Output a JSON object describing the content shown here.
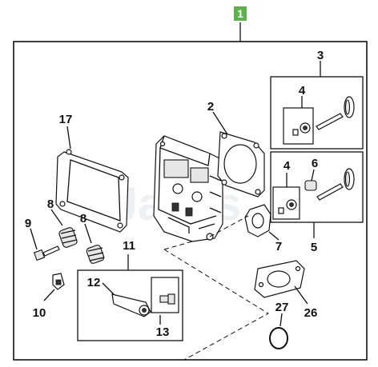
{
  "header": {
    "assembly_number": "1"
  },
  "watermark": {
    "text": "Jacks"
  },
  "callouts": [
    {
      "id": "callout-2",
      "text": "2"
    },
    {
      "id": "callout-3",
      "text": "3"
    },
    {
      "id": "callout-4-upper",
      "text": "4"
    },
    {
      "id": "callout-4-lower",
      "text": "4"
    },
    {
      "id": "callout-5",
      "text": "5"
    },
    {
      "id": "callout-6",
      "text": "6"
    },
    {
      "id": "callout-7",
      "text": "7"
    },
    {
      "id": "callout-8-left",
      "text": "8"
    },
    {
      "id": "callout-8-right",
      "text": "8"
    },
    {
      "id": "callout-9",
      "text": "9"
    },
    {
      "id": "callout-10",
      "text": "10"
    },
    {
      "id": "callout-11",
      "text": "11"
    },
    {
      "id": "callout-12",
      "text": "12"
    },
    {
      "id": "callout-13",
      "text": "13"
    },
    {
      "id": "callout-17",
      "text": "17"
    },
    {
      "id": "callout-26",
      "text": "26"
    },
    {
      "id": "callout-27",
      "text": "27"
    }
  ],
  "colors": {
    "badge": "#5fb14b",
    "line": "#111111",
    "watermark": "#dfe6ec"
  }
}
